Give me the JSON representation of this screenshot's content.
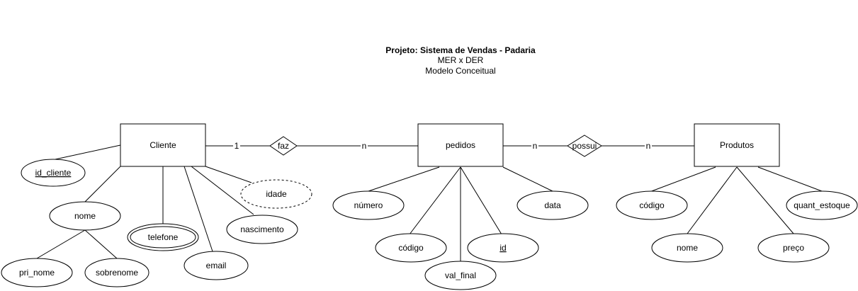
{
  "title": {
    "bold": "Projeto: Sistema de Vendas - Padaria",
    "line2": "MER x DER",
    "line3": "Modelo Conceitual"
  },
  "entities": {
    "cliente": "Cliente",
    "pedidos": "pedidos",
    "produtos": "Produtos"
  },
  "relationships": {
    "faz": "faz",
    "possui": "possui"
  },
  "cardinalities": {
    "cliente_faz": "1",
    "faz_pedidos": "n",
    "pedidos_possui": "n",
    "possui_produtos": "n"
  },
  "attributes": {
    "id_cliente": "id_cliente",
    "nome_cliente": "nome",
    "pri_nome": "pri_nome",
    "sobrenome": "sobrenome",
    "telefone": "telefone",
    "email": "email",
    "nascimento": "nascimento",
    "idade": "idade",
    "numero": "número",
    "codigo_pedido": "código",
    "val_final": "val_final",
    "id_pedido": "id",
    "data": "data",
    "codigo_produto": "código",
    "nome_produto": "nome",
    "preco": "preço",
    "quant_estoque": "quant_estoque"
  }
}
